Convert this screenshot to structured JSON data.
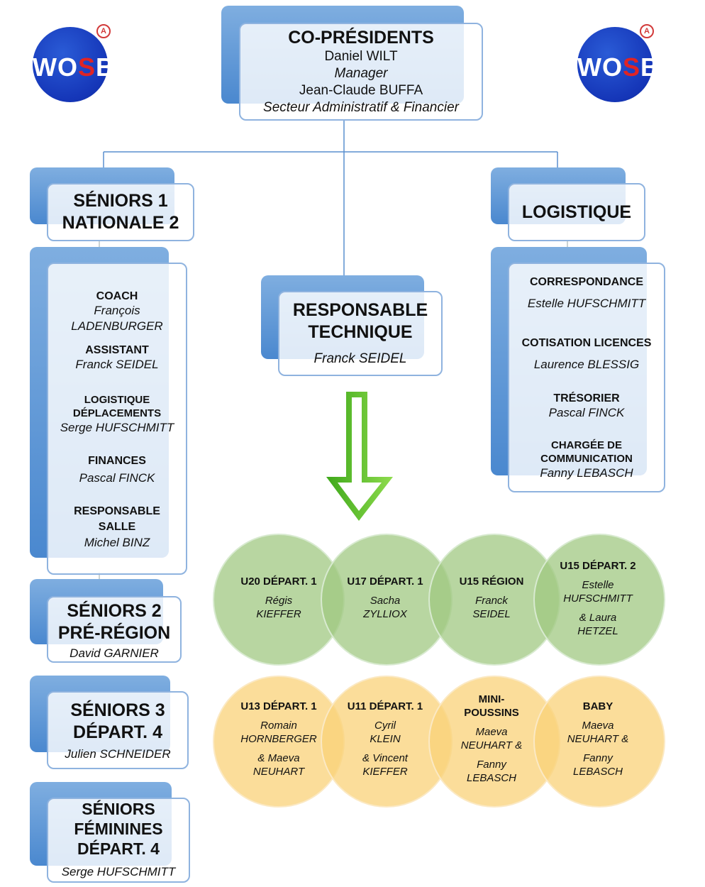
{
  "logo": {
    "left_text": "WO",
    "s_letter": "S",
    "right_text": "B",
    "heart_letter": "A"
  },
  "presidents": {
    "title": "CO-PRÉSIDENTS",
    "name1": "Daniel WILT",
    "role1": "Manager",
    "name2": "Jean-Claude BUFFA",
    "role2": "Secteur Administratif & Financier"
  },
  "seniors1": {
    "title_line1": "SÉNIORS 1",
    "title_line2": "NATIONALE 2",
    "staff": [
      {
        "role": "COACH",
        "name_line1": "François",
        "name_line2": "LADENBURGER"
      },
      {
        "role": "ASSISTANT",
        "name_line1": "Franck SEIDEL",
        "name_line2": ""
      },
      {
        "role_line1": "LOGISTIQUE",
        "role_line2": "DÉPLACEMENTS",
        "name_line1": "Serge HUFSCHMITT"
      },
      {
        "role": "FINANCES",
        "name_line1": "Pascal FINCK"
      },
      {
        "role_line1": "RESPONSABLE",
        "role_line2": "SALLE",
        "name_line1": "Michel BINZ"
      }
    ]
  },
  "technique": {
    "title_line1": "RESPONSABLE",
    "title_line2": "TECHNIQUE",
    "name": "Franck SEIDEL"
  },
  "logistique": {
    "title": "LOGISTIQUE",
    "staff": [
      {
        "role": "CORRESPONDANCE",
        "name": "Estelle  HUFSCHMITT"
      },
      {
        "role": "COTISATION LICENCES",
        "name": "Laurence  BLESSIG"
      },
      {
        "role": "TRÉSORIER",
        "name": "Pascal FINCK"
      },
      {
        "role_line1": "CHARGÉE DE",
        "role_line2": "COMMUNICATION",
        "name": "Fanny LEBASCH"
      }
    ]
  },
  "seniors2": {
    "title_line1": "SÉNIORS 2",
    "title_line2": "PRÉ-RÉGION",
    "name": "David  GARNIER"
  },
  "seniors3": {
    "title_line1": "SÉNIORS 3",
    "title_line2": "DÉPART. 4",
    "name": "Julien  SCHNEIDER"
  },
  "feminines": {
    "title_line1": "SÉNIORS",
    "title_line2": "FÉMININES",
    "title_line3": "DÉPART. 4",
    "name": "Serge HUFSCHMITT"
  },
  "teams_green": [
    {
      "team": "U20 DÉPART. 1",
      "l1": "Régis",
      "l2": "KIEFFER"
    },
    {
      "team": "U17 DÉPART. 1",
      "l1": "Sacha",
      "l2": "ZYLLIOX"
    },
    {
      "team": "U15 RÉGION",
      "l1": "Franck",
      "l2": "SEIDEL"
    },
    {
      "team": "U15 DÉPART. 2",
      "l1": "Estelle",
      "l2": "HUFSCHMITT",
      "l3": "& Laura",
      "l4": "HETZEL"
    }
  ],
  "teams_yellow": [
    {
      "team": "U13 DÉPART. 1",
      "l1": "Romain",
      "l2": "HORNBERGER",
      "l3": "& Maeva",
      "l4": "NEUHART"
    },
    {
      "team": "U11 DÉPART. 1",
      "l1": "Cyril",
      "l2": "KLEIN",
      "l3": "& Vincent",
      "l4": "KIEFFER"
    },
    {
      "team_line1": "MINI-",
      "team_line2": "POUSSINS",
      "l1": "Maeva",
      "l2": "NEUHART &",
      "l3": "Fanny",
      "l4": "LEBASCH"
    },
    {
      "team": "BABY",
      "l1": "Maeva",
      "l2": "NEUHART &",
      "l3": "Fanny",
      "l4": "LEBASCH"
    }
  ],
  "colors": {
    "box_shadow": "#4a88cf",
    "box_border": "#8fb3df",
    "green": "#b3d39c",
    "yellow": "#fbd88a",
    "arrow": "#5fbf2a"
  }
}
